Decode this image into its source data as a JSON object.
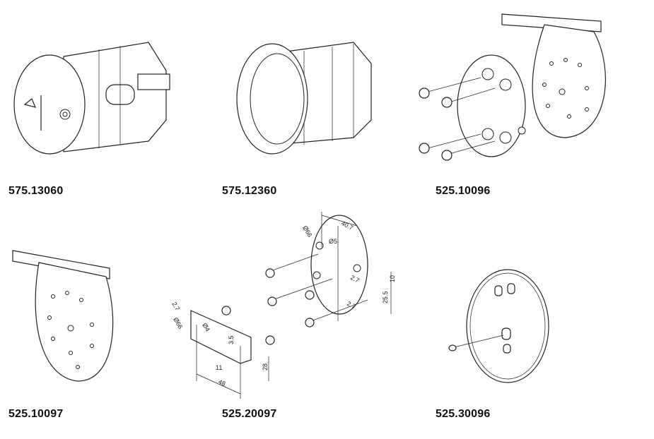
{
  "products": [
    {
      "part_number": "575.13060"
    },
    {
      "part_number": "575.12360"
    },
    {
      "part_number": "525.10096"
    },
    {
      "part_number": "525.10097"
    },
    {
      "part_number": "525.20097"
    },
    {
      "part_number": "525.30096"
    }
  ],
  "dimensions_525_20097": {
    "plate": [
      "40.7",
      "Ø66",
      "Ø5",
      "2.7",
      "10",
      "25.5",
      "2.7"
    ],
    "bracket": [
      "2.7",
      "Ø66",
      "Ø4",
      "3.5",
      "11",
      "48",
      "28"
    ]
  }
}
